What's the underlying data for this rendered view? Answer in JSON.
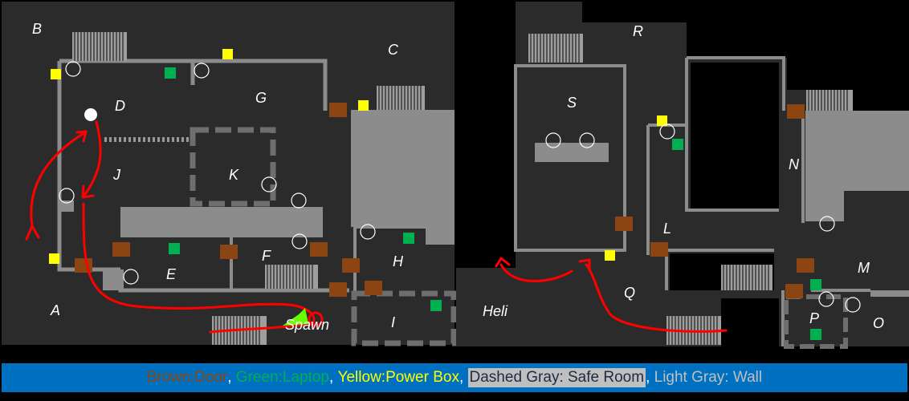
{
  "map_left": {
    "zones": [
      "A",
      "B",
      "C",
      "D",
      "E",
      "F",
      "G",
      "H",
      "I",
      "J",
      "K",
      "Spawn"
    ]
  },
  "map_right": {
    "zones": [
      "Heli",
      "L",
      "M",
      "N",
      "O",
      "P",
      "Q",
      "R",
      "S"
    ]
  },
  "legend": {
    "door": {
      "label": "Brown:Door",
      "color": "#8b4513"
    },
    "laptop": {
      "label": "Green:Laptop",
      "color": "#00b050"
    },
    "power_box": {
      "label": "Yellow:Power Box",
      "color": "#ffff00"
    },
    "safe_room": {
      "label": "Dashed Gray: Safe Room"
    },
    "wall": {
      "label": "Light Gray: Wall",
      "color": "#bfbfbf"
    },
    "separator": ", "
  },
  "colors": {
    "floor": "#2b2b2b",
    "wall": "#8c8c8c",
    "route": "#ff0000",
    "spawn_marker": "#66ff00",
    "legend_bg": "#0070c0"
  }
}
